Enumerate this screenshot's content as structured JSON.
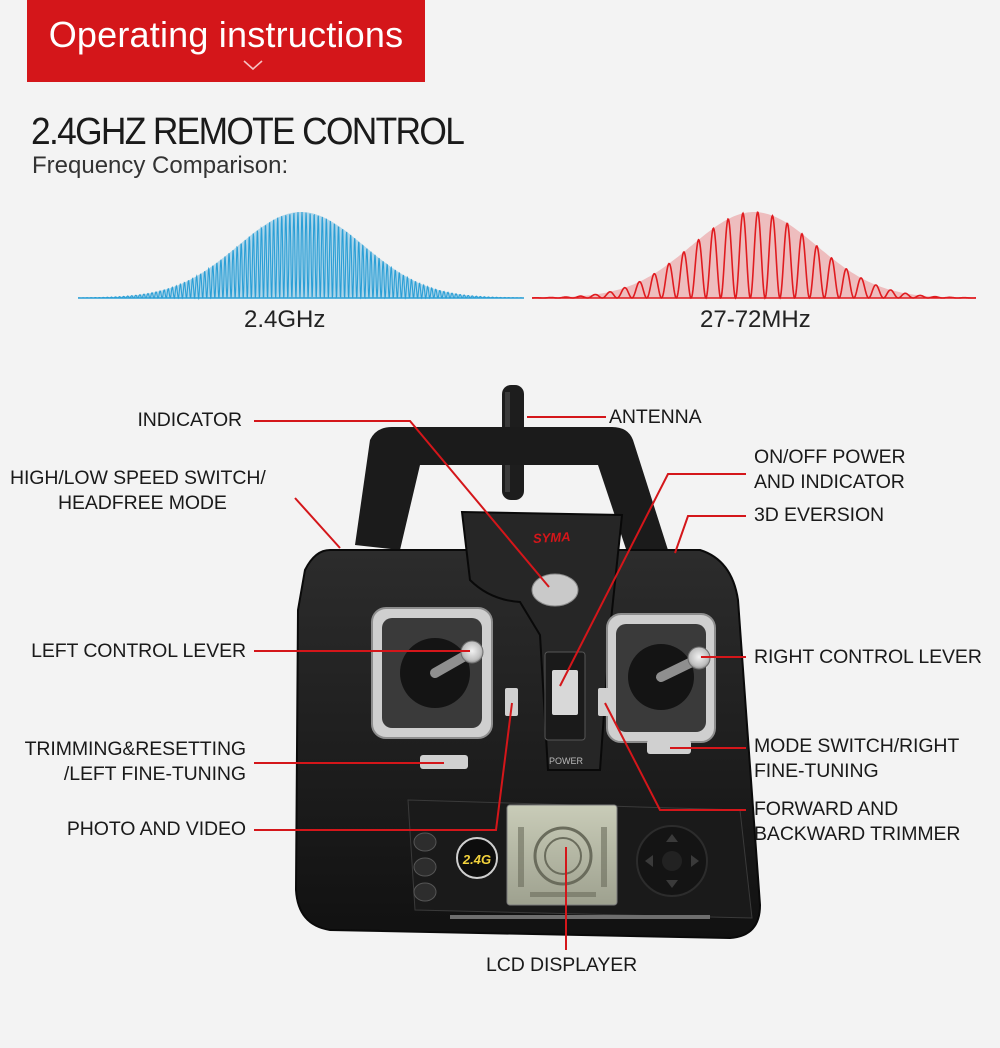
{
  "banner": {
    "title": "Operating instructions",
    "chevron_icon": "chevron-down-icon"
  },
  "header": {
    "title": "2.4GHZ REMOTE CONTROL",
    "subtitle": "Frequency Comparison:"
  },
  "comparison": {
    "left_label": "2.4GHz",
    "right_label": "27-72MHz",
    "colors": {
      "left_wave": "#2b9fd6",
      "right_wave": "#e01b1f"
    }
  },
  "callouts": {
    "indicator": "INDICATOR",
    "antenna": "ANTENNA",
    "speed_switch": [
      "HIGH/LOW SPEED SWITCH/",
      "HEADFREE MODE"
    ],
    "power": [
      "ON/OFF POWER",
      "AND INDICATOR"
    ],
    "eversion": "3D EVERSION",
    "left_lever": "LEFT CONTROL LEVER",
    "right_lever": "RIGHT CONTROL LEVER",
    "trimming": [
      "TRIMMING&RESETTING",
      "/LEFT FINE-TUNING"
    ],
    "mode_switch": [
      "MODE SWITCH/RIGHT",
      "FINE-TUNING"
    ],
    "photo": "PHOTO AND VIDEO",
    "trimmer": [
      "FORWARD AND",
      "BACKWARD TRIMMER"
    ],
    "lcd": "LCD DISPLAYER"
  },
  "device": {
    "brand": "SYMA",
    "power_text": "POWER",
    "band_badge": "2.4G",
    "leader_color": "#d4161a"
  }
}
